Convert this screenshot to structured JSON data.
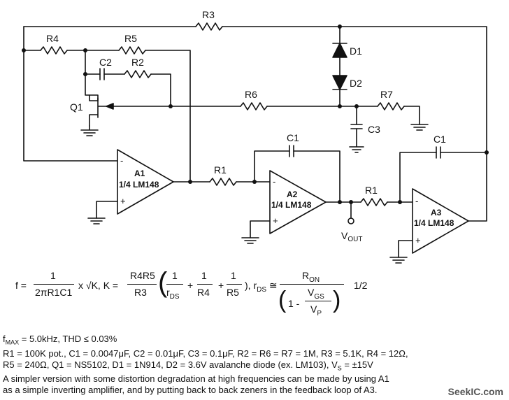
{
  "components": {
    "R3": "R3",
    "R4": "R4",
    "R5": "R5",
    "R2": "R2",
    "R6": "R6",
    "R7": "R7",
    "R1a": "R1",
    "R1b": "R1",
    "C2": "C2",
    "C1a": "C1",
    "C1b": "C1",
    "C3": "C3",
    "D1": "D1",
    "D2": "D2",
    "Q1": "Q1",
    "A1_name": "A1",
    "A1_part": "1/4 LM148",
    "A2_name": "A2",
    "A2_part": "1/4 LM148",
    "A3_name": "A3",
    "A3_part": "1/4 LM148",
    "minus": "-",
    "plus": "+",
    "vout_main": "V",
    "vout_sub": "OUT"
  },
  "formula": {
    "f_lhs": "f =",
    "f_num": "1",
    "f_den": "2πR1C1",
    "times_sqrtK": "x √K, K =",
    "k_num": "R4R5",
    "k_den": "R3",
    "t1_num": "1",
    "t1_den": "r",
    "t1_den_sub": "DS",
    "plus1": "+",
    "t2_num": "1",
    "t2_den": "R4",
    "plus2": "+",
    "t3_num": "1",
    "t3_den": "R5",
    "rds_lhs": "), r",
    "rds_sub": "DS",
    "approx": "≅",
    "ron": "R",
    "ron_sub": "ON",
    "one_minus": "1 -",
    "vgs": "V",
    "vgs_sub": "GS",
    "vp": "V",
    "vp_sub": "P",
    "half": "1/2"
  },
  "notes": {
    "line1": "fₘₐₓ = 5.0kHz, THD ≤ 0.03%",
    "line1_a": "f",
    "line1_sub": "MAX",
    "line1_b": " = 5.0kHz, THD ≤ 0.03%",
    "line2": "R1 = 100K pot., C1 = 0.0047μF, C2 = 0.01μF, C3 = 0.1μF, R2 = R6 = R7 = 1M, R3 = 5.1K, R4 = 12Ω,",
    "line3_a": "R5 = 240Ω, Q1 = NS5102, D1 = 1N914, D2 = 3.6V avalanche diode (ex. LM103), V",
    "line3_sub": "S",
    "line3_b": " = ±15V",
    "line4": "A simpler version with some distortion degradation at high frequencies can be made by using A1",
    "line5": "as a simple inverting amplifier, and by putting back to back zeners in the feedback loop of A3."
  },
  "watermark": "SeekIC.com"
}
